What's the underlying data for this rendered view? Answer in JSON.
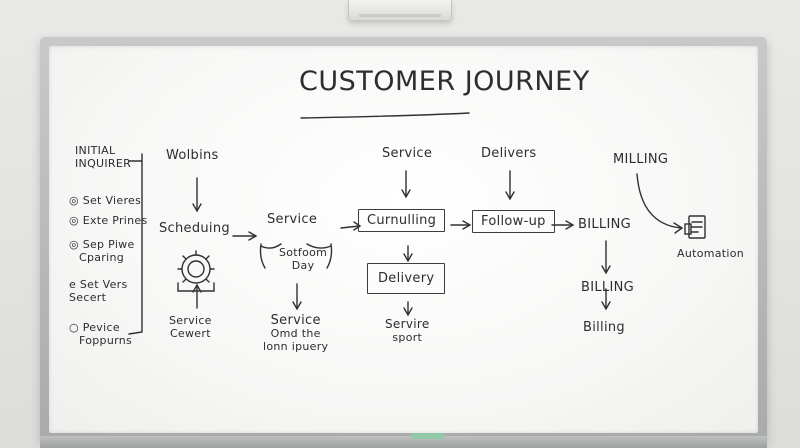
{
  "title": "CUSTOMER JOURNEY",
  "left_list": {
    "heading": [
      "INITIAL",
      "INQUIRER"
    ],
    "items": [
      [
        "◎ Set Vieres"
      ],
      [
        "◎ Exte Prines"
      ],
      [
        "◎ Sep Piwe",
        "Cparing"
      ],
      [
        "e Set Vers",
        "Secert"
      ],
      [
        "○ Pevice",
        "Foppurns"
      ]
    ]
  },
  "col1": {
    "top": "Wolbins",
    "mid": "Scheduing",
    "bottom": [
      "Service",
      "Cewert"
    ]
  },
  "col2": {
    "mid": "Service",
    "sub": [
      "Sotfoom",
      "Day"
    ],
    "bottom": [
      "Service",
      "Omd the",
      "lonn ipuery"
    ]
  },
  "col3": {
    "top": "Service",
    "box1": "Curnulling",
    "box2": "Delivery",
    "bottom": [
      "Servire",
      "sport"
    ]
  },
  "col4": {
    "top": "Delivers",
    "box": "Follow-up"
  },
  "col5": {
    "mid": "BILLING",
    "b2": "BILLING",
    "b3": "Billing"
  },
  "col6": {
    "top": "MILLING",
    "label": "Automation"
  },
  "colors": {
    "ink": "#2b2d2f",
    "frame": "#b5b7b7",
    "board": "#f8f8f7"
  }
}
